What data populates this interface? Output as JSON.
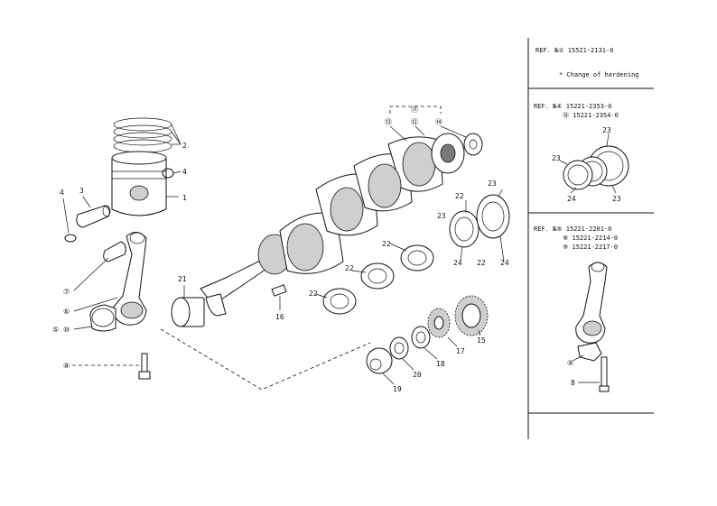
{
  "diagram": {
    "callouts": {
      "c1": "1",
      "c2": "2",
      "c3": "3",
      "c4a": "4",
      "c4b": "4",
      "c7": "⑦",
      "c6": "⑥",
      "c5": "⑤",
      "c10": "⑩",
      "c8": "⑧",
      "c21": "21",
      "c16": "16",
      "c22a": "22",
      "c22b": "22",
      "c22c": "22",
      "c22d": "22",
      "c22e": "22",
      "c23a": "23",
      "c23b": "23",
      "c24a": "24",
      "c24b": "24",
      "c11": "⑪",
      "c12": "⑫",
      "c13": "⑬",
      "c14": "⑭",
      "c15": "15",
      "c17": "17",
      "c18": "18",
      "c19": "19",
      "c20": "20"
    }
  },
  "sidebar": {
    "section1": {
      "ref": "REF. №① 15521-2131-0",
      "note": "* Change of hardening"
    },
    "section2": {
      "ref_line1": "REF. №④ 15221-2353-0",
      "ref_line2": "⑭ 15221-2354-0",
      "callouts": {
        "t23a": "23",
        "t23b": "23",
        "t23c": "23",
        "t24": "24"
      }
    },
    "section3": {
      "ref_line1": "REF. №⑤ 15221-2201-0",
      "ref_line2": "⑧ 15221-2214-0",
      "ref_line3": "⑨ 15221-2217-0",
      "callouts": {
        "t9": "⑨",
        "t8": "8"
      }
    }
  }
}
